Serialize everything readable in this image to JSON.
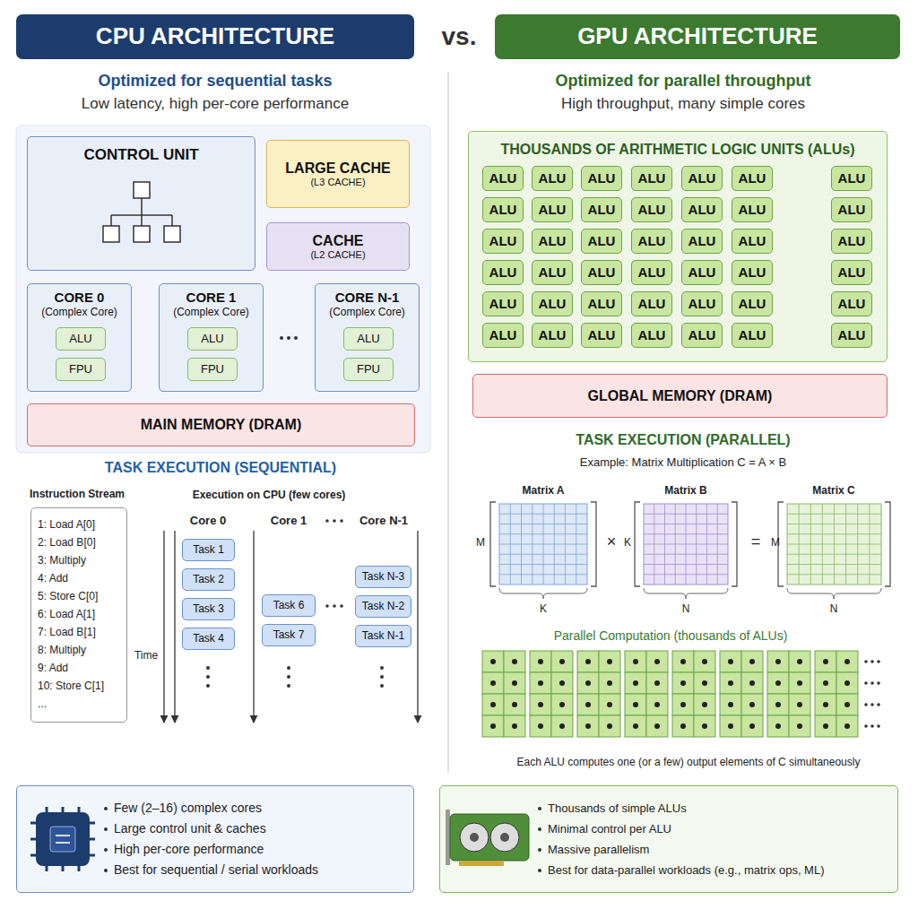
{
  "diagram": {
    "nodes": [
      {
        "text": [
          "CPU ARCHITECTURE"
        ]
      },
      {
        "text": [
          "GPU ARCHITECTURE"
        ]
      },
      {
        "text": [
          "CONTROL UNIT"
        ]
      },
      {
        "text": [
          "LARGE CACHE",
          "(L3 CACHE)"
        ]
      },
      {
        "text": [
          "CACHE",
          "(L2 CACHE)"
        ]
      },
      {
        "text": [
          "CORE 0",
          "(Complex Core)"
        ]
      },
      {
        "text": [
          "ALU"
        ],
        "in": 5
      },
      {
        "text": [
          "FPU"
        ],
        "in": 5
      },
      {
        "text": [
          "CORE 1",
          "(Complex Core)"
        ]
      },
      {
        "text": [
          "ALU"
        ],
        "in": 8
      },
      {
        "text": [
          "FPU"
        ],
        "in": 8
      },
      {
        "text": [
          "CORE N-1",
          "(Complex Core)"
        ]
      },
      {
        "text": [
          "ALU"
        ],
        "in": 11
      },
      {
        "text": [
          "FPU"
        ],
        "in": 11
      },
      {
        "text": [
          "MAIN MEMORY (DRAM)"
        ]
      },
      {
        "text": [
          "Instruction Stream",
          "1: Load A[0]",
          "2: Load B[0]",
          "3: Multiply",
          "4: Add",
          "5: Store C[0]",
          "6: Load A[1]",
          "7: Load B[1]",
          "8: Multiply",
          "9: Add",
          "10: Store C[1]",
          "..."
        ]
      },
      {
        "text": [
          "Task 1"
        ]
      },
      {
        "text": [
          "Task 2"
        ]
      },
      {
        "text": [
          "Task 3"
        ]
      },
      {
        "text": [
          "Task 4"
        ]
      },
      {
        "text": [
          "Task 6"
        ]
      },
      {
        "text": [
          "Task 7"
        ]
      },
      {
        "text": [
          "Task N-3"
        ]
      },
      {
        "text": [
          "Task N-2"
        ]
      },
      {
        "text": [
          "Task N-1"
        ]
      },
      {
        "text": [
          "Few (2–16) complex cores",
          "Large control unit & caches",
          "High per-core performance",
          "Best for sequential / serial workloads"
        ]
      },
      {
        "text": [
          "THOUSANDS OF ARITHMETIC LOGIC UNITS (ALUs)"
        ]
      },
      {
        "text": [
          "ALU"
        ],
        "in": 26
      },
      {
        "text": [
          "ALU"
        ],
        "in": 26
      },
      {
        "text": [
          "ALU"
        ],
        "in": 26
      },
      {
        "text": [
          "ALU"
        ],
        "in": 26
      },
      {
        "text": [
          "ALU"
        ],
        "in": 26
      },
      {
        "text": [
          "ALU"
        ],
        "in": 26
      },
      {
        "text": [
          "ALU"
        ],
        "in": 26
      },
      {
        "text": [
          "ALU"
        ],
        "in": 26
      },
      {
        "text": [
          "ALU"
        ],
        "in": 26
      },
      {
        "text": [
          "ALU"
        ],
        "in": 26
      },
      {
        "text": [
          "ALU"
        ],
        "in": 26
      },
      {
        "text": [
          "ALU"
        ],
        "in": 26
      },
      {
        "text": [
          "ALU"
        ],
        "in": 26
      },
      {
        "text": [
          "ALU"
        ],
        "in": 26
      },
      {
        "text": [
          "ALU"
        ],
        "in": 26
      },
      {
        "text": [
          "ALU"
        ],
        "in": 26
      },
      {
        "text": [
          "ALU"
        ],
        "in": 26
      },
      {
        "text": [
          "ALU"
        ],
        "in": 26
      },
      {
        "text": [
          "ALU"
        ],
        "in": 26
      },
      {
        "text": [
          "ALU"
        ],
        "in": 26
      },
      {
        "text": [
          "ALU"
        ],
        "in": 26
      },
      {
        "text": [
          "ALU"
        ],
        "in": 26
      },
      {
        "text": [
          "ALU"
        ],
        "in": 26
      },
      {
        "text": [
          "ALU"
        ],
        "in": 26
      },
      {
        "text": [
          "ALU"
        ],
        "in": 26
      },
      {
        "text": [
          "ALU"
        ],
        "in": 26
      },
      {
        "text": [
          "ALU"
        ],
        "in": 26
      },
      {
        "text": [
          "ALU"
        ],
        "in": 26
      },
      {
        "text": [
          "ALU"
        ],
        "in": 26
      },
      {
        "text": [
          "ALU"
        ],
        "in": 26
      },
      {
        "text": [
          "ALU"
        ],
        "in": 26
      },
      {
        "text": [
          "ALU"
        ],
        "in": 26
      },
      {
        "text": [
          "ALU"
        ],
        "in": 26
      },
      {
        "text": [
          "ALU"
        ],
        "in": 26
      },
      {
        "text": [
          "ALU"
        ],
        "in": 26
      },
      {
        "text": [
          "ALU"
        ],
        "in": 26
      },
      {
        "text": [
          "ALU"
        ],
        "in": 26
      },
      {
        "text": [
          "ALU"
        ],
        "in": 26
      },
      {
        "text": [
          "ALU"
        ],
        "in": 26
      },
      {
        "text": [
          "ALU"
        ],
        "in": 26
      },
      {
        "text": [
          "ALU"
        ],
        "in": 26
      },
      {
        "text": [
          "ALU"
        ],
        "in": 26
      },
      {
        "text": [
          "GLOBAL MEMORY (DRAM)"
        ]
      },
      {
        "text": [
          "Thousands of simple ALUs",
          "Minimal control per ALU",
          "Massive parallelism",
          "Best for data-parallel workloads (e.g., matrix ops, ML)"
        ]
      }
    ],
    "labels": [
      "vs.",
      "Optimized for sequential tasks",
      "Low latency, high per-core performance",
      "Optimized for parallel throughput",
      "High throughput, many simple cores",
      "TASK EXECUTION (SEQUENTIAL)",
      "Execution on CPU (few cores)",
      "Core 0",
      "Core 1",
      "Core N-1",
      "Time",
      "TASK EXECUTION (PARALLEL)",
      "Example: Matrix Multiplication C = A × B",
      "Matrix A",
      "Matrix B",
      "Matrix C",
      "M",
      "K",
      "×",
      "K",
      "N",
      "=",
      "M",
      "N",
      "Parallel Computation (thousands of ALUs)",
      "Each ALU computes one (or a few) output elements of C simultaneously"
    ]
  }
}
